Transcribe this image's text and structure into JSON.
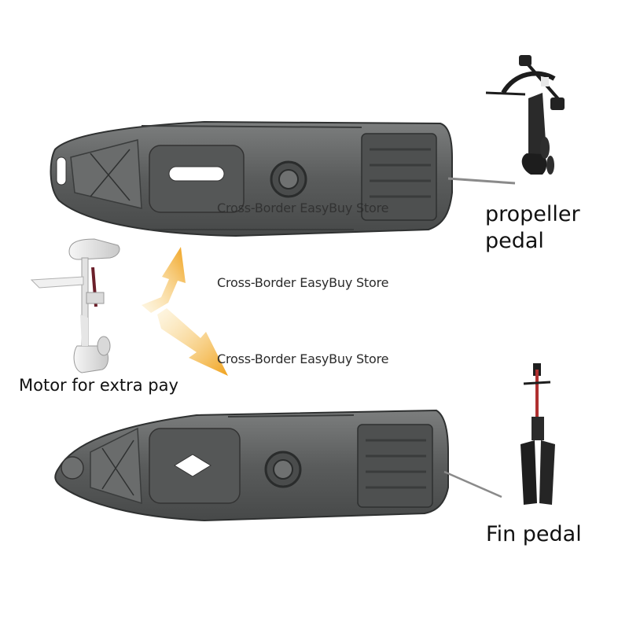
{
  "labels": {
    "propeller_line1": "propeller",
    "propeller_line2": "pedal",
    "fin": "Fin pedal",
    "motor": "Motor for extra pay"
  },
  "watermark": {
    "text": "Cross-Border EasyBuy Store"
  },
  "colors": {
    "hull": "#5d5f5f",
    "hull_dark": "#3f4141",
    "hull_light": "#8a8c8b",
    "arrow": "#f2a92a",
    "motor_white": "#ececec"
  }
}
